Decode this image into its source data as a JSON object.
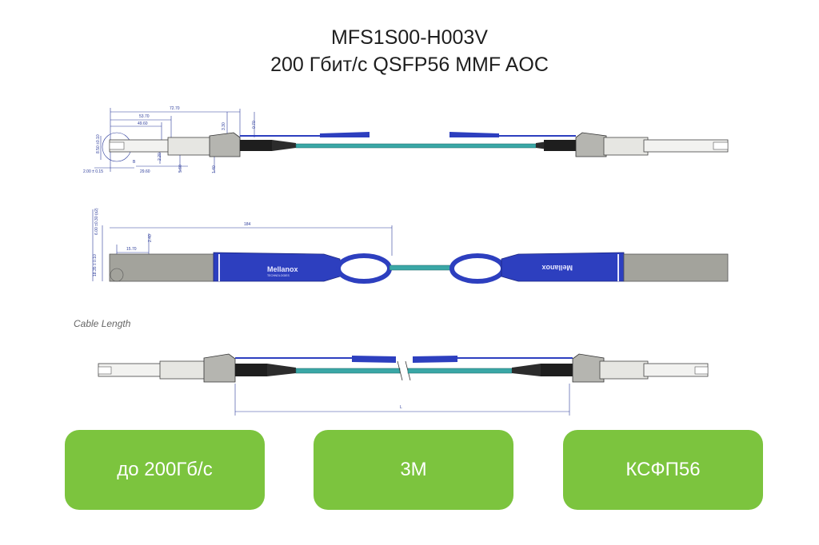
{
  "header": {
    "title_line1": "MFS1S00-H003V",
    "title_line2": "200 Гбит/с QSFP56 MMF AOC"
  },
  "drawing": {
    "caption": "Cable Length",
    "length_label": "L",
    "brand_text": "Mellanox",
    "brand_sub": "TECHNOLOGIES",
    "dims_top": [
      "72.70",
      "53.70",
      "49.60",
      "3.30",
      "0.70",
      "8.50 ±0.10",
      "2.00 ± 0.15",
      "29.60",
      "2.20",
      "5.60",
      "1.40",
      "B"
    ],
    "dims_side": [
      "184",
      "6.00 ±0.30 (x2)",
      "15.70",
      "2.40",
      "18.35 ± 0.10"
    ],
    "colors": {
      "cable": "#3aa7a6",
      "boot": "#2d3fbf",
      "housing": "#9a9a95",
      "dimension": "#2a3a9a"
    }
  },
  "features": [
    {
      "label": "до 200Гб/с"
    },
    {
      "label": "3M"
    },
    {
      "label": "КСФП56"
    }
  ],
  "colors": {
    "feature_bg": "#7cc43e",
    "feature_text": "#ffffff"
  }
}
